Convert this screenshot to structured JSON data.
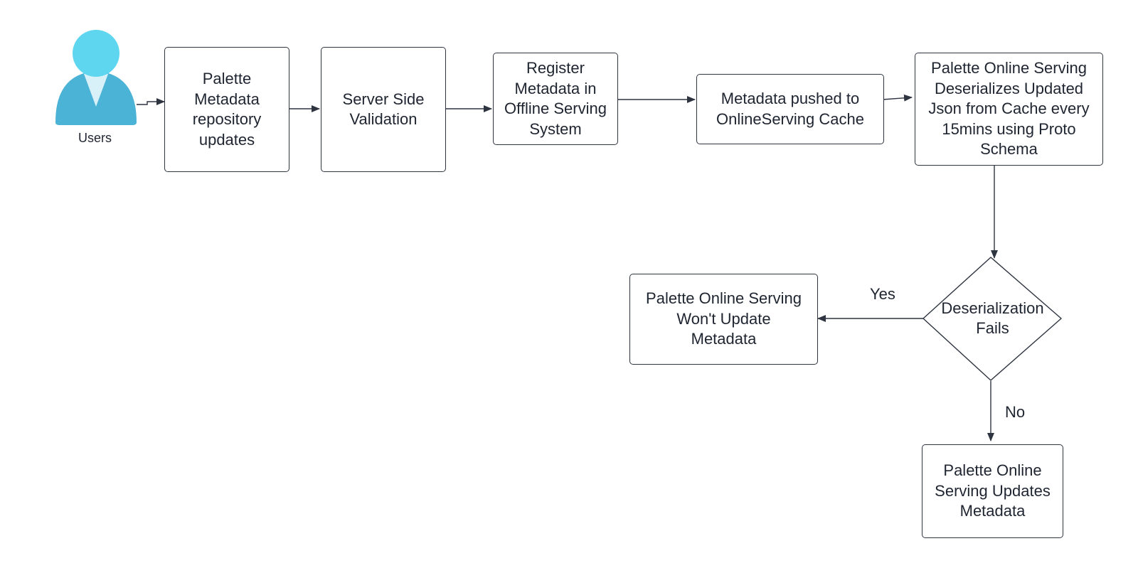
{
  "actor": {
    "label": "Users",
    "icon": "user-icon"
  },
  "nodes": {
    "repo_updates": "Palette\nMetadata\nrepository\nupdates",
    "server_validation": "Server Side\nValidation",
    "register_offline": "Register\nMetadata in\nOffline Serving\nSystem",
    "push_cache": "Metadata pushed to\nOnlineServing Cache",
    "deserialize": "Palette Online Serving\nDeserializes Updated\nJson from Cache every\n15mins using Proto\nSchema",
    "decision": "Deserialization\nFails",
    "no_update": "Palette Online Serving\nWon't Update\nMetadata",
    "updates": "Palette Online\nServing Updates\nMetadata"
  },
  "edge_labels": {
    "yes": "Yes",
    "no": "No"
  },
  "colors": {
    "stroke": "#2e3440",
    "text": "#1f2530",
    "user_head": "#5fd6f0",
    "user_body": "#4bb3d6",
    "user_collar": "#d8f1f8"
  }
}
